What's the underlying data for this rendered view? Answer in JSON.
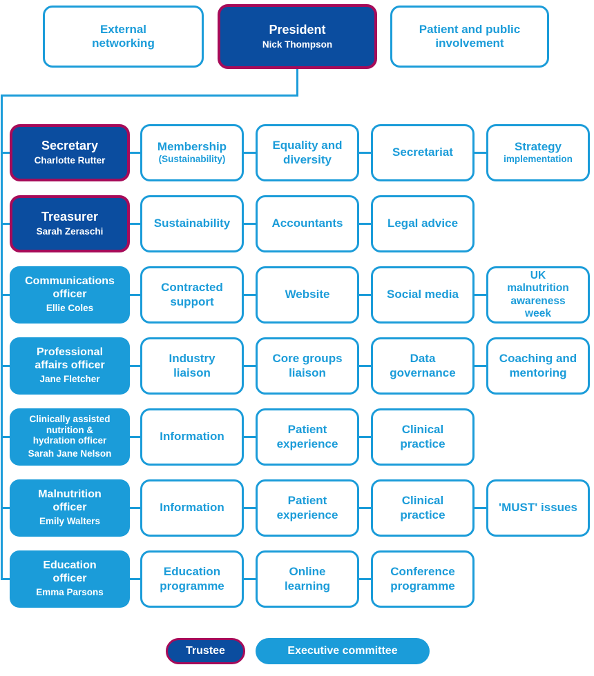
{
  "palette": {
    "dark_blue": "#0b4d9f",
    "light_blue": "#1b9cd9",
    "magenta": "#a60b59",
    "line_blue": "#1b9cd9"
  },
  "top": {
    "external": {
      "label": "External\nnetworking"
    },
    "president": {
      "title": "President",
      "name": "Nick Thompson"
    },
    "patient": {
      "label": "Patient and public\ninvolvement"
    }
  },
  "rows": [
    {
      "officer": {
        "title": "Secretary",
        "name": "Charlotte Rutter",
        "type": "trustee"
      },
      "items": [
        {
          "label": "Membership",
          "sublabel": "(Sustainability)"
        },
        {
          "label": "Equality and\ndiversity"
        },
        {
          "label": "Secretariat"
        },
        {
          "label": "Strategy",
          "sublabel": "implementation"
        }
      ]
    },
    {
      "officer": {
        "title": "Treasurer",
        "name": "Sarah Zeraschi",
        "type": "trustee"
      },
      "items": [
        {
          "label": "Sustainability"
        },
        {
          "label": "Accountants"
        },
        {
          "label": "Legal advice"
        }
      ]
    },
    {
      "officer": {
        "title": "Communications\nofficer",
        "name": "Ellie Coles",
        "type": "executive"
      },
      "items": [
        {
          "label": "Contracted\nsupport"
        },
        {
          "label": "Website"
        },
        {
          "label": "Social media"
        },
        {
          "label": "UK\nmalnutrition\nawareness\nweek"
        }
      ]
    },
    {
      "officer": {
        "title": "Professional\naffairs officer",
        "name": "Jane Fletcher",
        "type": "executive"
      },
      "items": [
        {
          "label": "Industry\nliaison"
        },
        {
          "label": "Core groups\nliaison"
        },
        {
          "label": "Data\ngovernance"
        },
        {
          "label": "Coaching and\nmentoring"
        }
      ]
    },
    {
      "officer": {
        "title": "Clinically assisted\nnutrition &\nhydration officer",
        "name": "Sarah Jane Nelson",
        "type": "executive"
      },
      "items": [
        {
          "label": "Information"
        },
        {
          "label": "Patient\nexperience"
        },
        {
          "label": "Clinical\npractice"
        }
      ]
    },
    {
      "officer": {
        "title": "Malnutrition\nofficer",
        "name": "Emily Walters",
        "type": "executive"
      },
      "items": [
        {
          "label": "Information"
        },
        {
          "label": "Patient\nexperience"
        },
        {
          "label": "Clinical\npractice"
        },
        {
          "label": "'MUST' issues"
        }
      ]
    },
    {
      "officer": {
        "title": "Education\nofficer",
        "name": "Emma Parsons",
        "type": "executive"
      },
      "items": [
        {
          "label": "Education\nprogramme"
        },
        {
          "label": "Online\nlearning"
        },
        {
          "label": "Conference\nprogramme"
        }
      ]
    }
  ],
  "legend": [
    {
      "label": "Trustee",
      "type": "trustee"
    },
    {
      "label": "Executive committee",
      "type": "executive"
    }
  ]
}
